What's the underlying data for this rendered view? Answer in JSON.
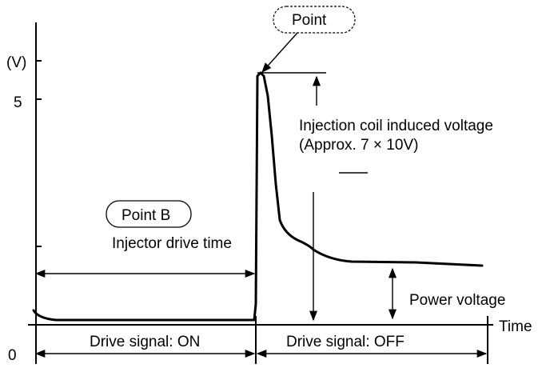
{
  "diagram": {
    "y_unit": "(V)",
    "y_tick_5": "5",
    "y_tick_0": "0",
    "x_axis_label": "Time",
    "callout_point": "Point",
    "callout_point_b": "Point B",
    "injector_drive_time": "Injector drive time",
    "induced_voltage_line1": "Injection coil induced voltage",
    "induced_voltage_line2": "(Approx. 7 × 10V)",
    "power_voltage": "Power voltage",
    "drive_signal_on": "Drive signal: ON",
    "drive_signal_off": "Drive signal: OFF"
  },
  "colors": {
    "ink": "#000000",
    "background": "#ffffff"
  }
}
